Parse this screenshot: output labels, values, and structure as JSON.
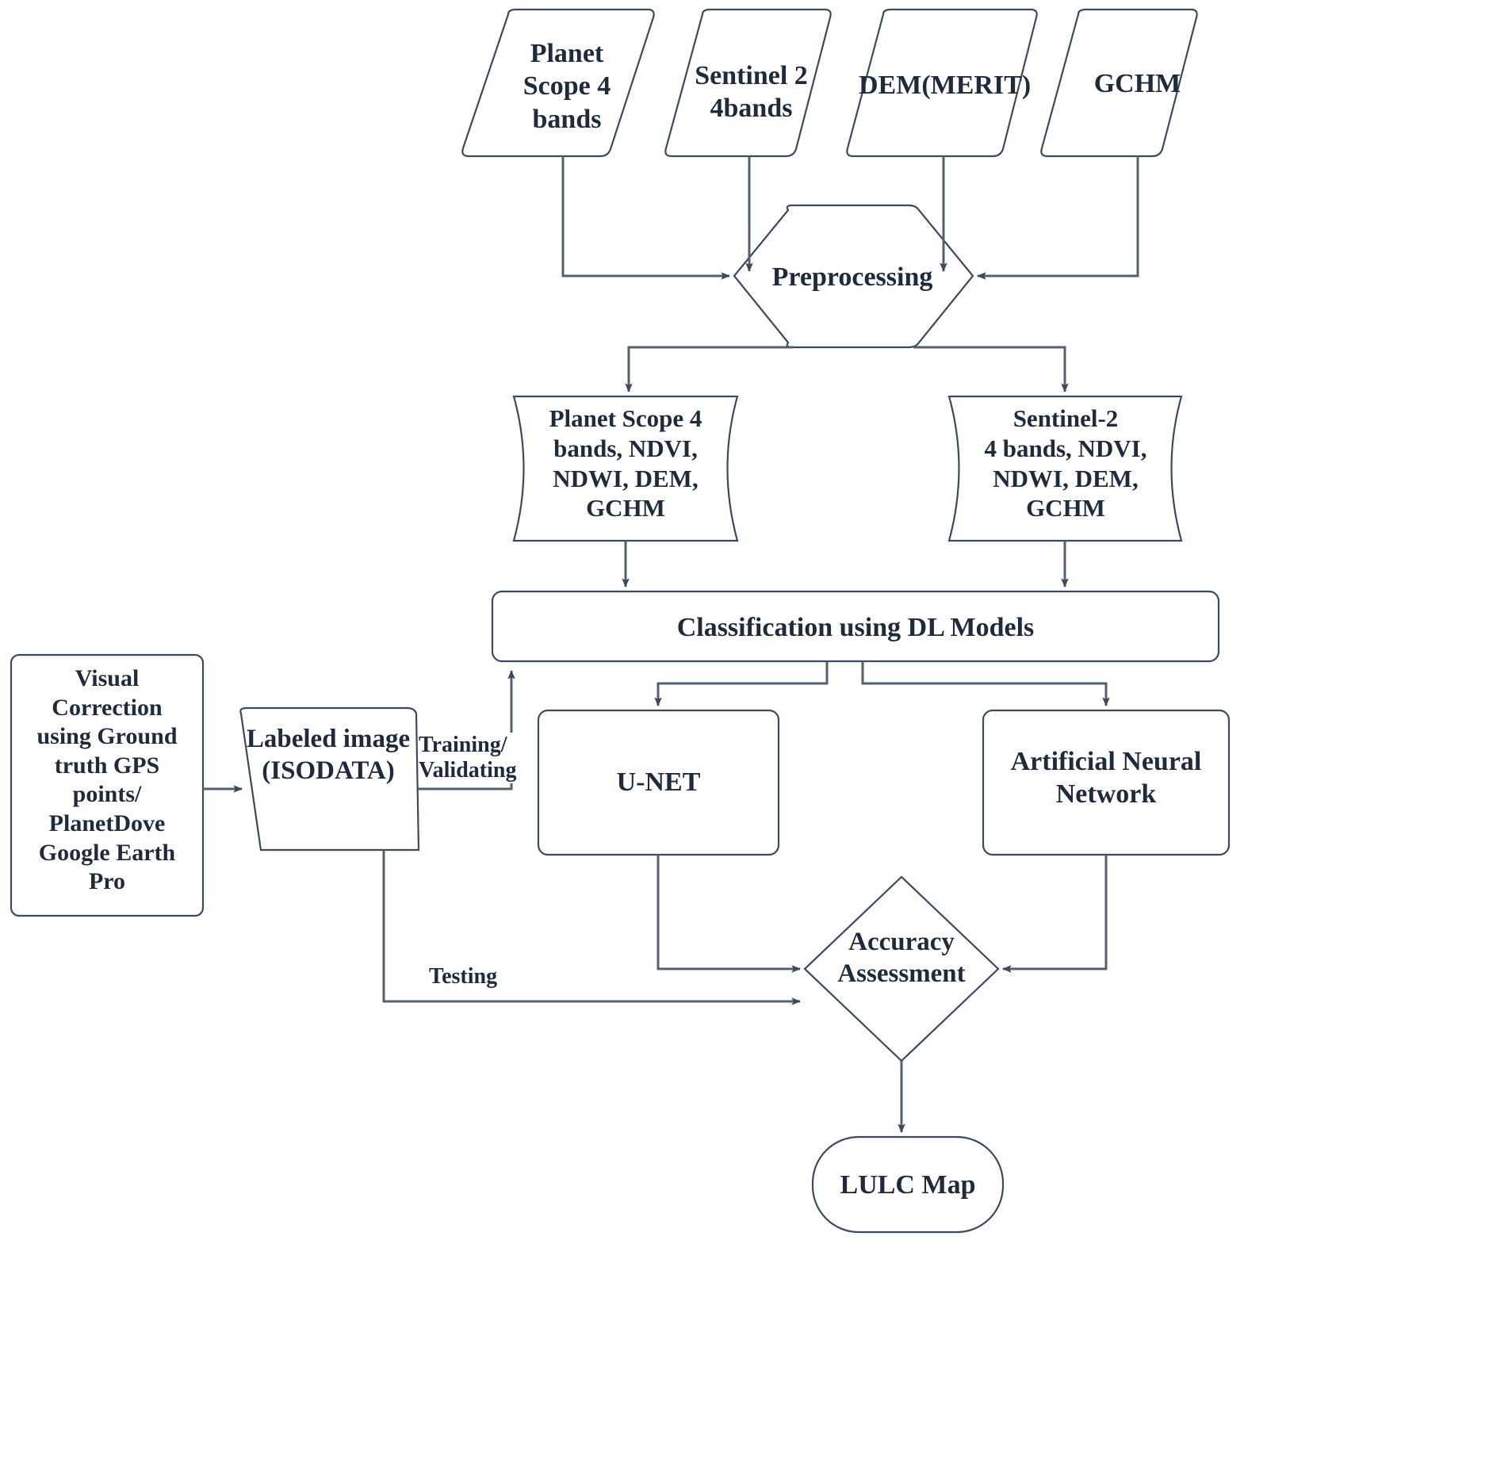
{
  "diagram": {
    "title": "LULC classification workflow",
    "accent_stroke": "#3d4a5c",
    "connector_stroke": "#55606e",
    "background": "#ffffff"
  },
  "nodes": {
    "planetscope_source": {
      "label": "Planet\nScope 4\nbands",
      "shape": "parallelogram"
    },
    "sentinel_source": {
      "label": "Sentinel 2\n4bands",
      "shape": "parallelogram"
    },
    "dem_source": {
      "label": "DEM(MERIT)",
      "shape": "parallelogram"
    },
    "gchm_source": {
      "label": "GCHM",
      "shape": "parallelogram"
    },
    "preprocessing": {
      "label": "Preprocessing",
      "shape": "hexagon"
    },
    "planetscope_store": {
      "label": "Planet Scope 4\nbands, NDVI,\nNDWI, DEM,\nGCHM",
      "shape": "data-store"
    },
    "sentinel_store": {
      "label": "Sentinel-2\n4 bands, NDVI,\nNDWI, DEM,\nGCHM",
      "shape": "data-store"
    },
    "classification": {
      "label": "Classification using DL Models",
      "shape": "rounded-rect"
    },
    "visual_correction": {
      "label": "Visual\nCorrection\nusing Ground\ntruth GPS\npoints/\nPlanetDove\nGoogle Earth\nPro",
      "shape": "rounded-rect"
    },
    "labeled_image": {
      "label": "Labeled image\n(ISODATA)",
      "shape": "trapezoid"
    },
    "unet": {
      "label": "U-NET",
      "shape": "rounded-rect"
    },
    "ann": {
      "label": "Artificial Neural\nNetwork",
      "shape": "rounded-rect"
    },
    "accuracy": {
      "label": "Accuracy\nAssessment",
      "shape": "diamond"
    },
    "lulc_map": {
      "label": "LULC Map",
      "shape": "stadium"
    }
  },
  "edge_labels": {
    "training_validating": "Training/\nValidating",
    "testing": "Testing"
  }
}
